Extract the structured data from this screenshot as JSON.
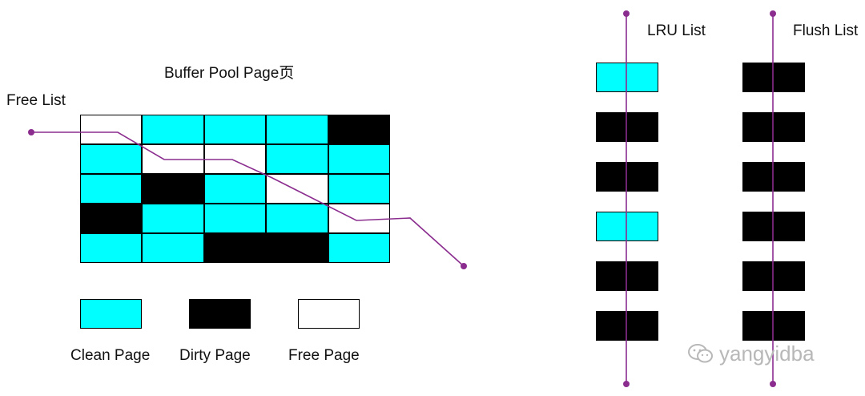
{
  "colors": {
    "clean": "#00FFFF",
    "dirty": "#000000",
    "free": "#FFFFFF",
    "line": "#8B2D8F",
    "border": "#000000"
  },
  "buffer_pool": {
    "title": "Buffer Pool Page页",
    "grid": [
      [
        "free",
        "clean",
        "clean",
        "clean",
        "dirty"
      ],
      [
        "clean",
        "free",
        "free",
        "clean",
        "clean"
      ],
      [
        "clean",
        "dirty",
        "clean",
        "free",
        "clean"
      ],
      [
        "dirty",
        "clean",
        "clean",
        "clean",
        "free"
      ],
      [
        "clean",
        "clean",
        "dirty",
        "dirty",
        "clean"
      ]
    ]
  },
  "free_list": {
    "label": "Free List"
  },
  "legend": [
    {
      "type": "clean",
      "label": "Clean Page"
    },
    {
      "type": "dirty",
      "label": "Dirty Page"
    },
    {
      "type": "free",
      "label": "Free Page"
    }
  ],
  "lru_list": {
    "label": "LRU List",
    "pages": [
      "clean",
      "dirty",
      "dirty",
      "clean",
      "dirty",
      "dirty"
    ]
  },
  "flush_list": {
    "label": "Flush List",
    "pages": [
      "dirty",
      "dirty",
      "dirty",
      "dirty",
      "dirty",
      "dirty"
    ]
  },
  "watermark": {
    "icon": "wechat-icon",
    "text": "yangyidba"
  }
}
